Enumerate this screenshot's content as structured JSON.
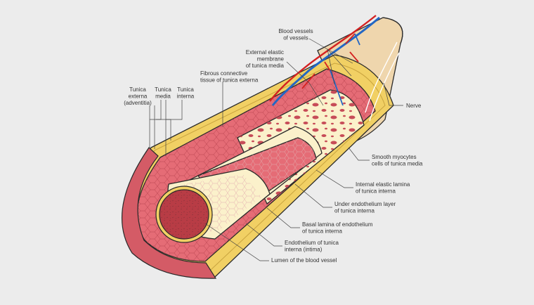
{
  "labels": {
    "tunica_externa": [
      "Tunica",
      "externa",
      "(adventitia)"
    ],
    "tunica_media": [
      "Tunica",
      "media"
    ],
    "tunica_interna": [
      "Tunica",
      "interna"
    ],
    "fibrous": [
      "Fibrous connective",
      "tissue of tunica externa"
    ],
    "blood_vessels": [
      "Blood vessels",
      "of vessels"
    ],
    "external_elastic": [
      "External elastic",
      "membrane",
      "of tunica media"
    ],
    "nerve": [
      "Nerve"
    ],
    "smooth_myocytes": [
      "Smooth myocytes",
      "cells of tunica media"
    ],
    "internal_elastic": [
      "Internal elastic lamina",
      "of tunica interna"
    ],
    "under_endothelium": [
      "Under endothelium layer",
      "of tunica interna"
    ],
    "basal_lamina": [
      "Basal lamina of endothelium",
      "of tunica interna"
    ],
    "endothelium": [
      "Endothelium of tunica",
      "interna (intima)"
    ],
    "lumen": [
      "Lumen of the blood vessel"
    ]
  },
  "colors": {
    "background": "#ececec",
    "adventitia": "#f1d064",
    "media": "#e56c76",
    "media_dark": "#c44452",
    "lumen": "#b83c45",
    "intima": "#fbf1cb",
    "nerve": "#efd6ad",
    "artery": "#d42121",
    "vein": "#2367c4"
  }
}
